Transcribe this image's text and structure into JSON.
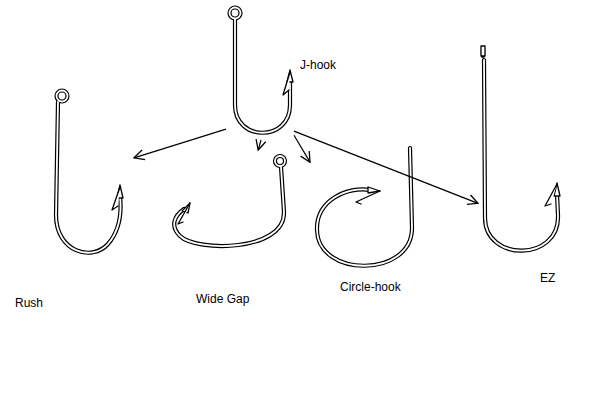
{
  "diagram": {
    "nodes": [
      {
        "text": [
          "J-hook"
        ]
      },
      {
        "text": [
          "Rush"
        ]
      },
      {
        "text": [
          "Wide Gap"
        ]
      },
      {
        "text": [
          "Circle-hook"
        ]
      },
      {
        "text": [
          "EZ"
        ]
      }
    ],
    "edges": [
      {
        "from": 0,
        "to": 1,
        "arrow": "to"
      },
      {
        "from": 0,
        "to": 2,
        "arrow": "to"
      },
      {
        "from": 0,
        "to": 3,
        "arrow": "to"
      },
      {
        "from": 0,
        "to": 4,
        "arrow": "to"
      }
    ]
  }
}
